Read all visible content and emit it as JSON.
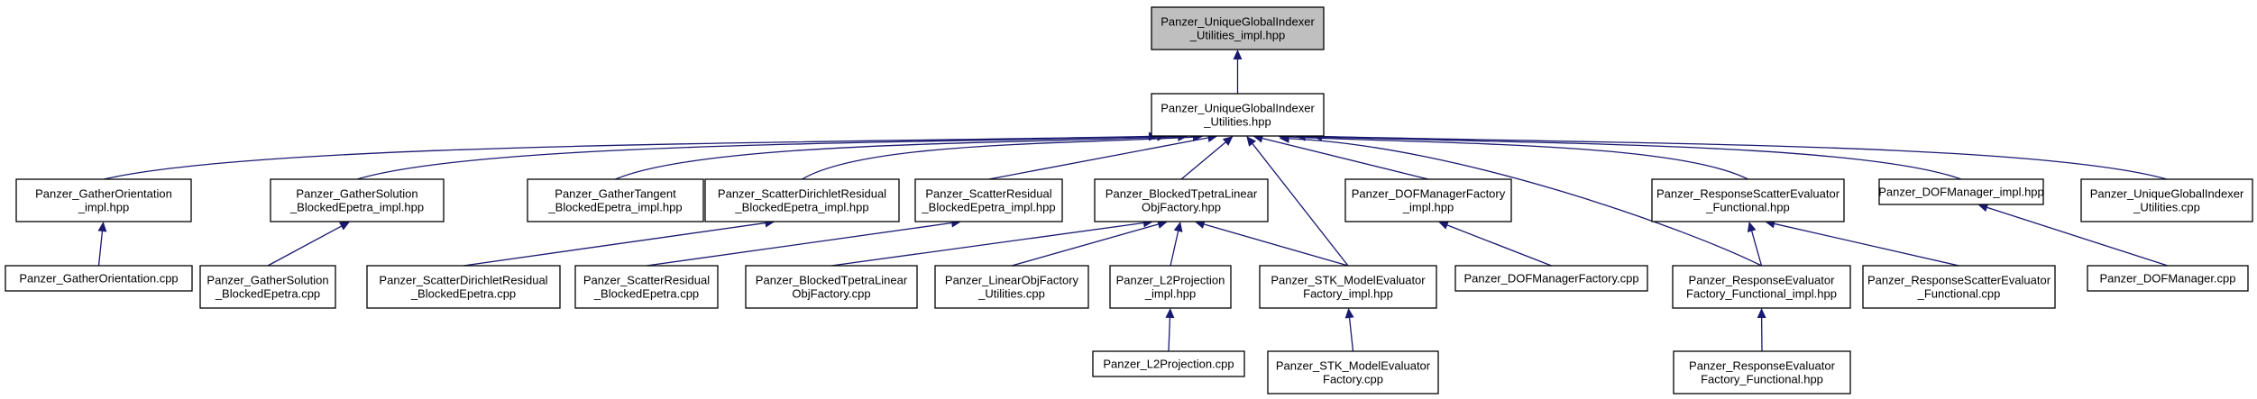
{
  "nodes": [
    {
      "id": "root",
      "lines": [
        "Panzer_UniqueGlobalIndexer",
        "_Utilities_impl.hpp"
      ],
      "root": true
    },
    {
      "id": "util",
      "lines": [
        "Panzer_UniqueGlobalIndexer",
        "_Utilities.hpp"
      ]
    },
    {
      "id": "go_impl",
      "lines": [
        "Panzer_GatherOrientation",
        "_impl.hpp"
      ]
    },
    {
      "id": "gs_impl",
      "lines": [
        "Panzer_GatherSolution",
        "_BlockedEpetra_impl.hpp"
      ]
    },
    {
      "id": "gt_impl",
      "lines": [
        "Panzer_GatherTangent",
        "_BlockedEpetra_impl.hpp"
      ]
    },
    {
      "id": "sdr_impl",
      "lines": [
        "Panzer_ScatterDirichletResidual",
        "_BlockedEpetra_impl.hpp"
      ]
    },
    {
      "id": "sr_impl",
      "lines": [
        "Panzer_ScatterResidual",
        "_BlockedEpetra_impl.hpp"
      ]
    },
    {
      "id": "btlof_hpp",
      "lines": [
        "Panzer_BlockedTpetraLinear",
        "ObjFactory.hpp"
      ]
    },
    {
      "id": "dofmf_impl",
      "lines": [
        "Panzer_DOFManagerFactory",
        "_impl.hpp"
      ]
    },
    {
      "id": "rse_hpp",
      "lines": [
        "Panzer_ResponseScatterEvaluator",
        "_Functional.hpp"
      ]
    },
    {
      "id": "dofm_impl",
      "lines": [
        "Panzer_DOFManager_impl.hpp"
      ]
    },
    {
      "id": "ugi_cpp",
      "lines": [
        "Panzer_UniqueGlobalIndexer",
        "_Utilities.cpp"
      ]
    },
    {
      "id": "go_cpp",
      "lines": [
        "Panzer_GatherOrientation.cpp"
      ]
    },
    {
      "id": "gs_cpp",
      "lines": [
        "Panzer_GatherSolution",
        "_BlockedEpetra.cpp"
      ]
    },
    {
      "id": "sdr_cpp",
      "lines": [
        "Panzer_ScatterDirichletResidual",
        "_BlockedEpetra.cpp"
      ]
    },
    {
      "id": "sr_cpp",
      "lines": [
        "Panzer_ScatterResidual",
        "_BlockedEpetra.cpp"
      ]
    },
    {
      "id": "btlof_cpp",
      "lines": [
        "Panzer_BlockedTpetraLinear",
        "ObjFactory.cpp"
      ]
    },
    {
      "id": "lofu_cpp",
      "lines": [
        "Panzer_LinearObjFactory",
        "_Utilities.cpp"
      ]
    },
    {
      "id": "l2_impl",
      "lines": [
        "Panzer_L2Projection",
        "_impl.hpp"
      ]
    },
    {
      "id": "stk_impl",
      "lines": [
        "Panzer_STK_ModelEvaluator",
        "Factory_impl.hpp"
      ]
    },
    {
      "id": "dofmf_cpp",
      "lines": [
        "Panzer_DOFManagerFactory.cpp"
      ]
    },
    {
      "id": "ref_impl",
      "lines": [
        "Panzer_ResponseEvaluator",
        "Factory_Functional_impl.hpp"
      ]
    },
    {
      "id": "rse_cpp",
      "lines": [
        "Panzer_ResponseScatterEvaluator",
        "_Functional.cpp"
      ]
    },
    {
      "id": "dofm_cpp",
      "lines": [
        "Panzer_DOFManager.cpp"
      ]
    },
    {
      "id": "l2_cpp",
      "lines": [
        "Panzer_L2Projection.cpp"
      ]
    },
    {
      "id": "stk_cpp",
      "lines": [
        "Panzer_STK_ModelEvaluator",
        "Factory.cpp"
      ]
    },
    {
      "id": "ref_hpp",
      "lines": [
        "Panzer_ResponseEvaluator",
        "Factory_Functional.hpp"
      ]
    }
  ],
  "edges": [
    [
      "util",
      "root"
    ],
    [
      "go_impl",
      "util"
    ],
    [
      "gs_impl",
      "util"
    ],
    [
      "gt_impl",
      "util"
    ],
    [
      "sdr_impl",
      "util"
    ],
    [
      "sr_impl",
      "util"
    ],
    [
      "btlof_hpp",
      "util"
    ],
    [
      "stk_impl",
      "util"
    ],
    [
      "dofmf_impl",
      "util"
    ],
    [
      "ref_impl",
      "util"
    ],
    [
      "rse_hpp",
      "util"
    ],
    [
      "dofm_impl",
      "util"
    ],
    [
      "ugi_cpp",
      "util"
    ],
    [
      "go_cpp",
      "go_impl"
    ],
    [
      "gs_cpp",
      "gs_impl"
    ],
    [
      "sdr_cpp",
      "sdr_impl"
    ],
    [
      "sr_cpp",
      "sr_impl"
    ],
    [
      "btlof_cpp",
      "btlof_hpp"
    ],
    [
      "lofu_cpp",
      "btlof_hpp"
    ],
    [
      "l2_impl",
      "btlof_hpp"
    ],
    [
      "stk_impl",
      "btlof_hpp"
    ],
    [
      "dofmf_cpp",
      "dofmf_impl"
    ],
    [
      "ref_impl",
      "rse_hpp"
    ],
    [
      "rse_cpp",
      "rse_hpp"
    ],
    [
      "dofm_cpp",
      "dofm_impl"
    ],
    [
      "l2_cpp",
      "l2_impl"
    ],
    [
      "stk_cpp",
      "stk_impl"
    ],
    [
      "ref_hpp",
      "ref_impl"
    ]
  ]
}
